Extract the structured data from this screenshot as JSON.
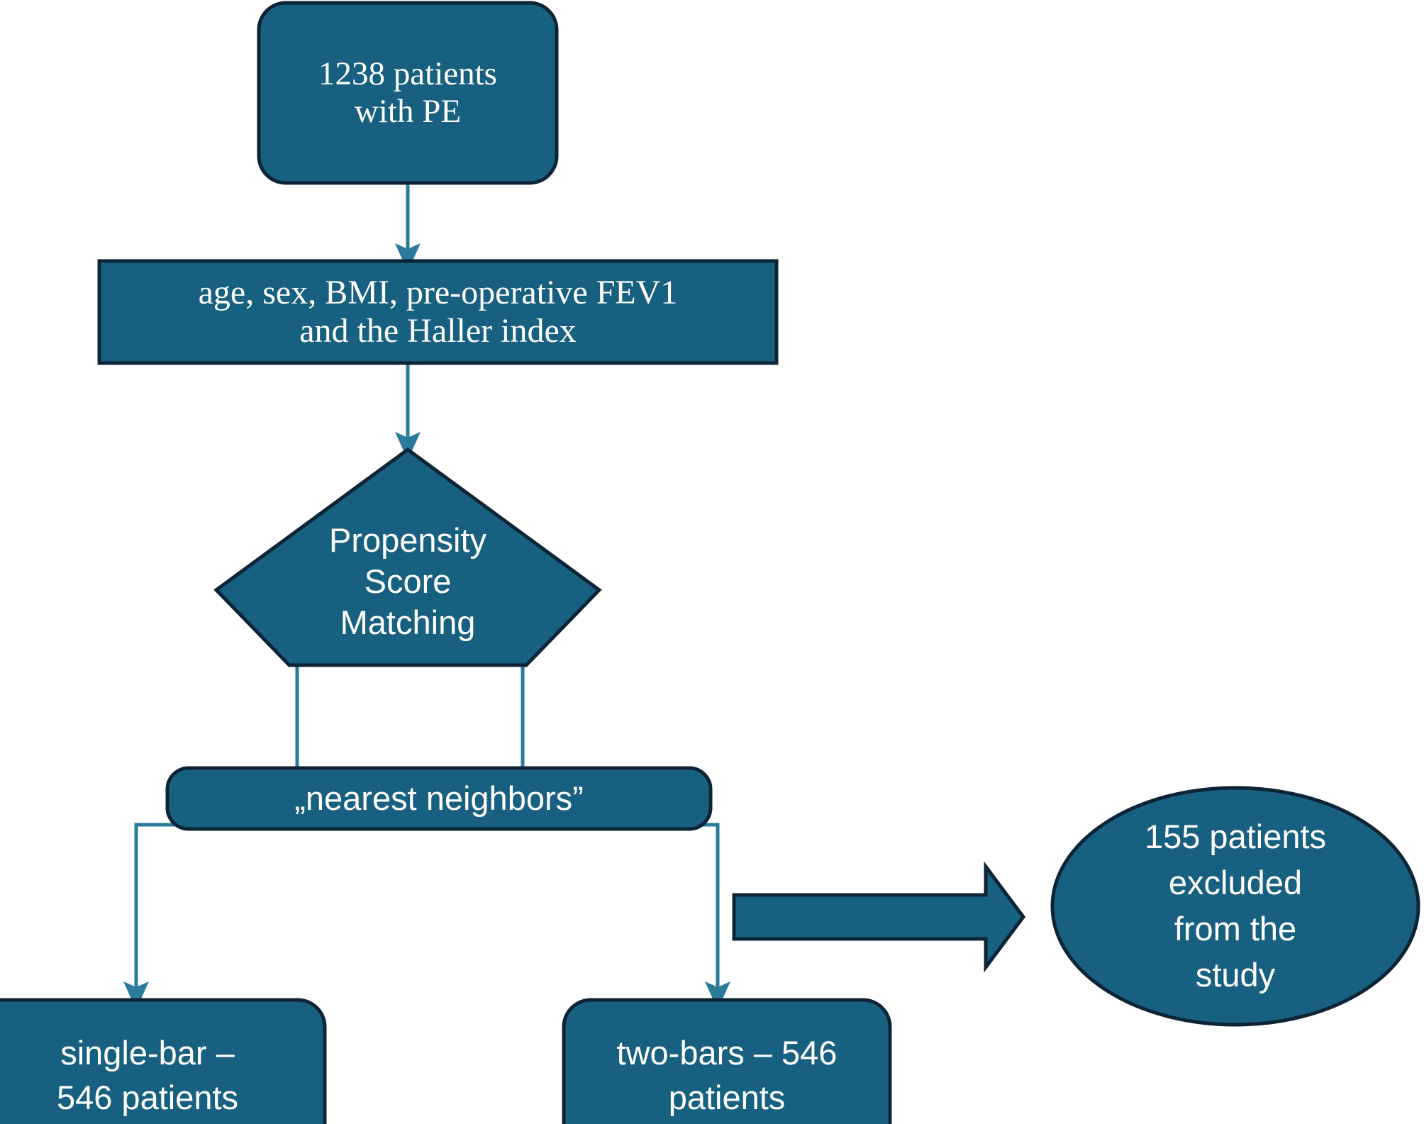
{
  "diagram": {
    "title": "Patient selection and propensity score matching flowchart",
    "colors": {
      "node_fill": "#18607f",
      "node_border": "#0d2436",
      "connector": "#2a7a9b",
      "text": "#ffffff",
      "background": "#ffffff"
    },
    "nodes": [
      {
        "id": "cohort",
        "shape": "rounded-rectangle",
        "text": "1238 patients\nwith PE",
        "font": "serif"
      },
      {
        "id": "covariates",
        "shape": "rectangle",
        "text": "age, sex, BMI, pre-operative FEV1\nand the Haller index",
        "font": "serif"
      },
      {
        "id": "psm",
        "shape": "pentagon",
        "text": "Propensity\nScore\nMatching",
        "font": "sans"
      },
      {
        "id": "nearest-neighbors",
        "shape": "rounded-rectangle",
        "text": "„nearest neighbors”",
        "font": "sans"
      },
      {
        "id": "single-bar",
        "shape": "rounded-rectangle",
        "text": "single-bar –\n546 patients",
        "font": "sans"
      },
      {
        "id": "two-bars",
        "shape": "rounded-rectangle",
        "text": "two-bars – 546\npatients",
        "font": "sans"
      },
      {
        "id": "excluded",
        "shape": "ellipse",
        "text": "155 patients\nexcluded\nfrom the\nstudy",
        "font": "sans"
      }
    ],
    "connectors": [
      {
        "id": "cohort-to-covariates",
        "type": "arrow-down"
      },
      {
        "id": "covariates-to-psm",
        "type": "arrow-down"
      },
      {
        "id": "psm-to-nearest-neighbors",
        "type": "bracket"
      },
      {
        "id": "nearest-neighbors-to-single-bar",
        "type": "elbow-arrow-left"
      },
      {
        "id": "nearest-neighbors-to-two-bars",
        "type": "elbow-arrow-right"
      },
      {
        "id": "to-excluded",
        "type": "block-arrow-right"
      }
    ]
  }
}
